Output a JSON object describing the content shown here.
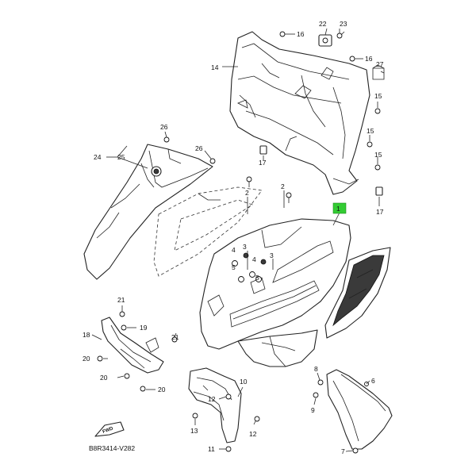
{
  "diagram_code": "B8R3414-V282",
  "fwd_label": "FWD",
  "highlight_color": "#33cc33",
  "labels": {
    "l1": "1",
    "l2a": "2",
    "l2b": "2",
    "l3a": "3",
    "l3b": "3",
    "l4a": "4",
    "l4b": "4",
    "l5a": "5",
    "l5b": "5",
    "l6": "6",
    "l7": "7",
    "l8": "8",
    "l9": "9",
    "l10": "10",
    "l11": "11",
    "l12a": "12",
    "l12b": "12",
    "l13": "13",
    "l14": "14",
    "l15a": "15",
    "l15b": "15",
    "l15c": "15",
    "l16a": "16",
    "l16b": "16",
    "l17a": "17",
    "l17b": "17",
    "l18": "18",
    "l19": "19",
    "l20a": "20",
    "l20b": "20",
    "l20c": "20",
    "l21a": "21",
    "l21b": "21",
    "l22": "22",
    "l23": "23",
    "l24": "24",
    "l25": "25",
    "l26a": "26",
    "l26b": "26",
    "l27": "27"
  }
}
